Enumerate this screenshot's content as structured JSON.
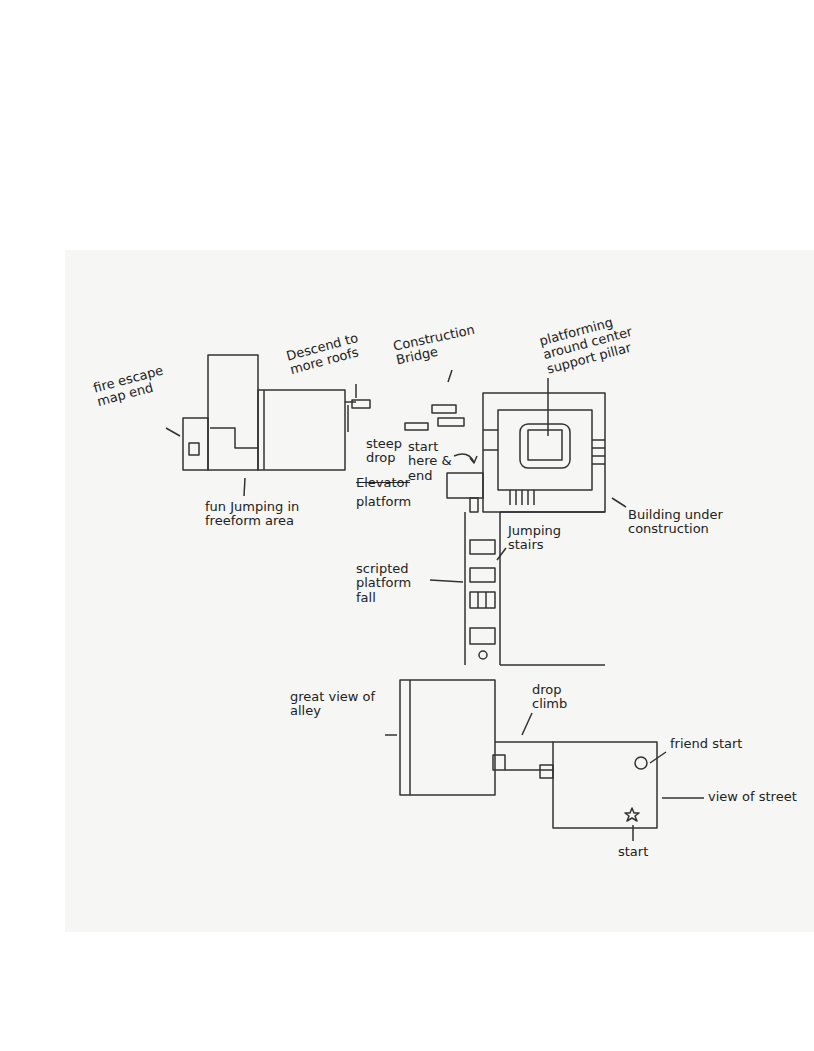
{
  "diagram": {
    "labels": [
      "fire escape map end",
      "Descend to more roofs",
      "Construction Bridge",
      "platforming around center support pillar",
      "steep drop",
      "start here & end",
      "Elevator",
      "platform",
      "fun Jumping in freeform area",
      "Building under construction",
      "Jumping stairs",
      "scripted platform fall",
      "great view of alley",
      "drop climb",
      "friend start",
      "view of street",
      "start"
    ]
  }
}
